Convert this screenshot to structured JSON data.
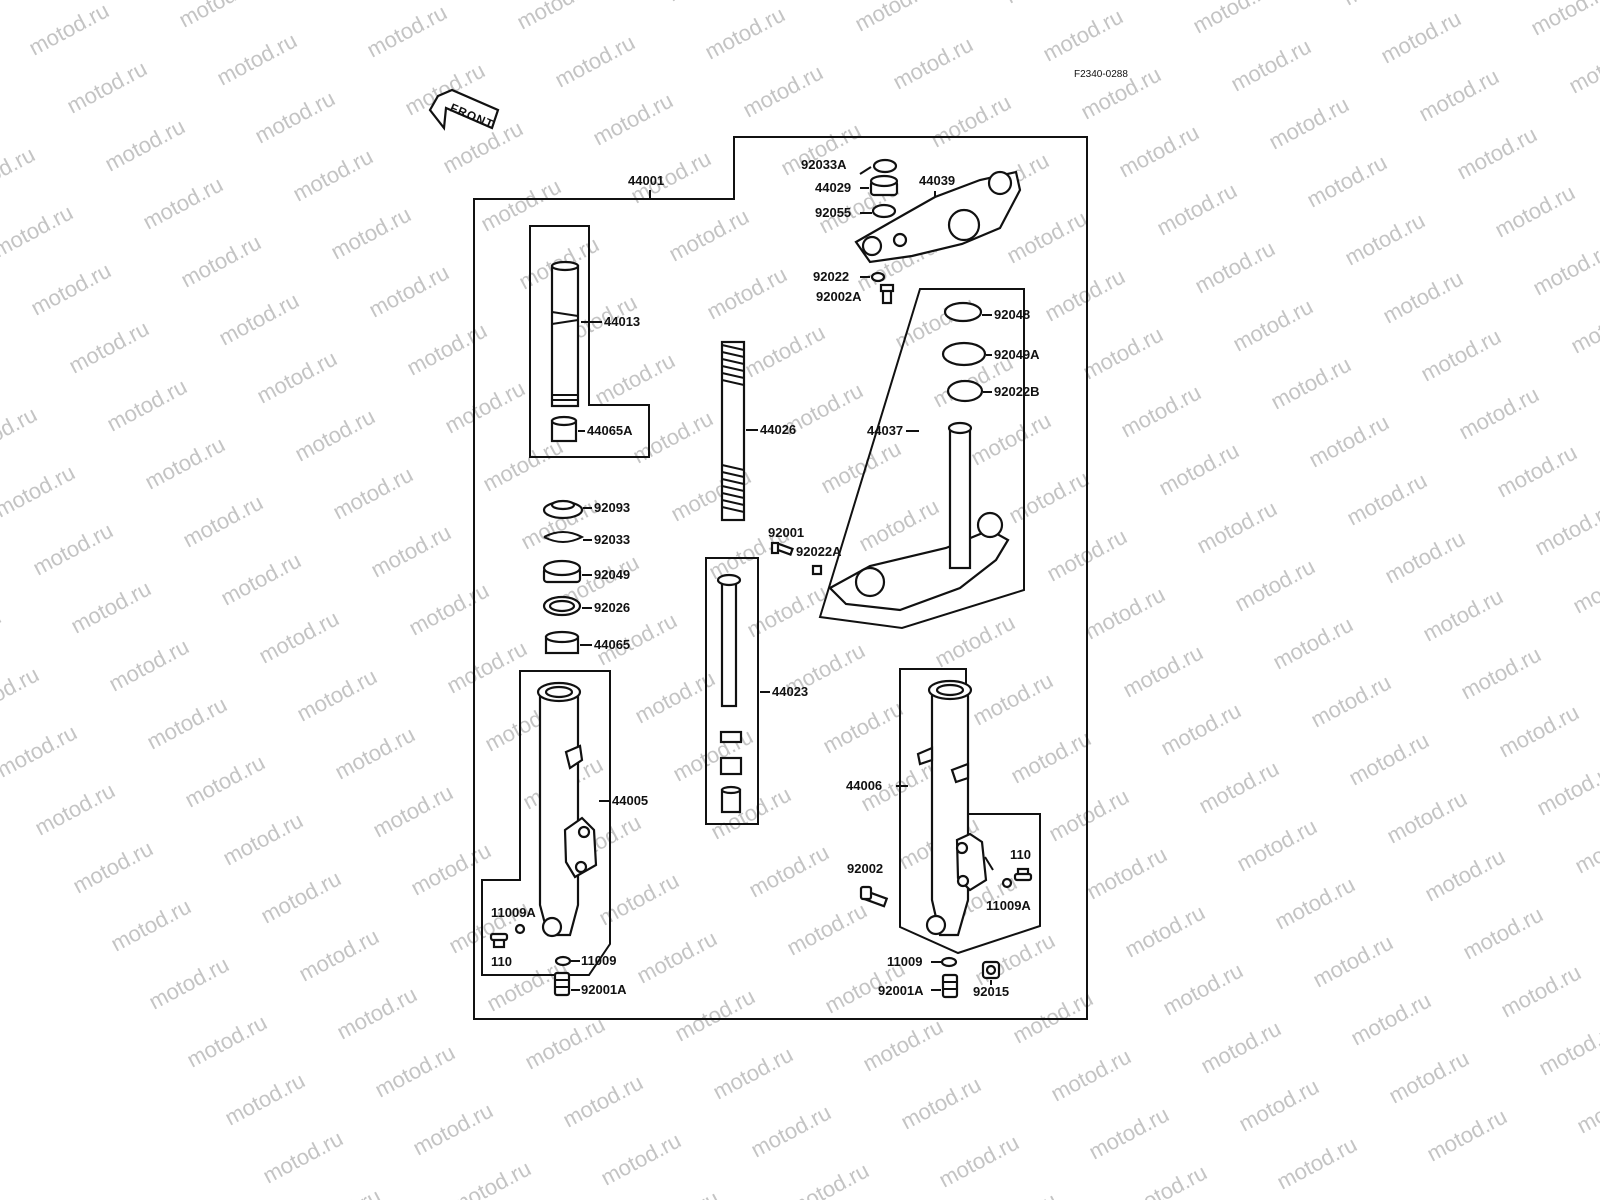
{
  "watermark": {
    "text": "motod.ru"
  },
  "drawing": {
    "reference_code": "F2340-0288",
    "front_label": "FRONT"
  },
  "parts": {
    "p44001": "44001",
    "p92033A": "92033A",
    "p44029": "44029",
    "p92055": "92055",
    "p44039": "44039",
    "p92022": "92022",
    "p92002A": "92002A",
    "p44013": "44013",
    "p44065A": "44065A",
    "p44026": "44026",
    "p92048": "92048",
    "p92049A": "92049A",
    "p92022B": "92022B",
    "p44037": "44037",
    "p92093": "92093",
    "p92033": "92033",
    "p92049": "92049",
    "p92026": "92026",
    "p44065": "44065",
    "p92001": "92001",
    "p92022A": "92022A",
    "p44023": "44023",
    "p44005": "44005",
    "p44006": "44006",
    "p110_right": "110",
    "p92002": "92002",
    "p11009A_right": "11009A",
    "p11009A_left": "11009A",
    "p110_left": "110",
    "p11009_left": "11009",
    "p92001A_left": "92001A",
    "p11009_right": "11009",
    "p92001A_right": "92001A",
    "p92015": "92015"
  }
}
